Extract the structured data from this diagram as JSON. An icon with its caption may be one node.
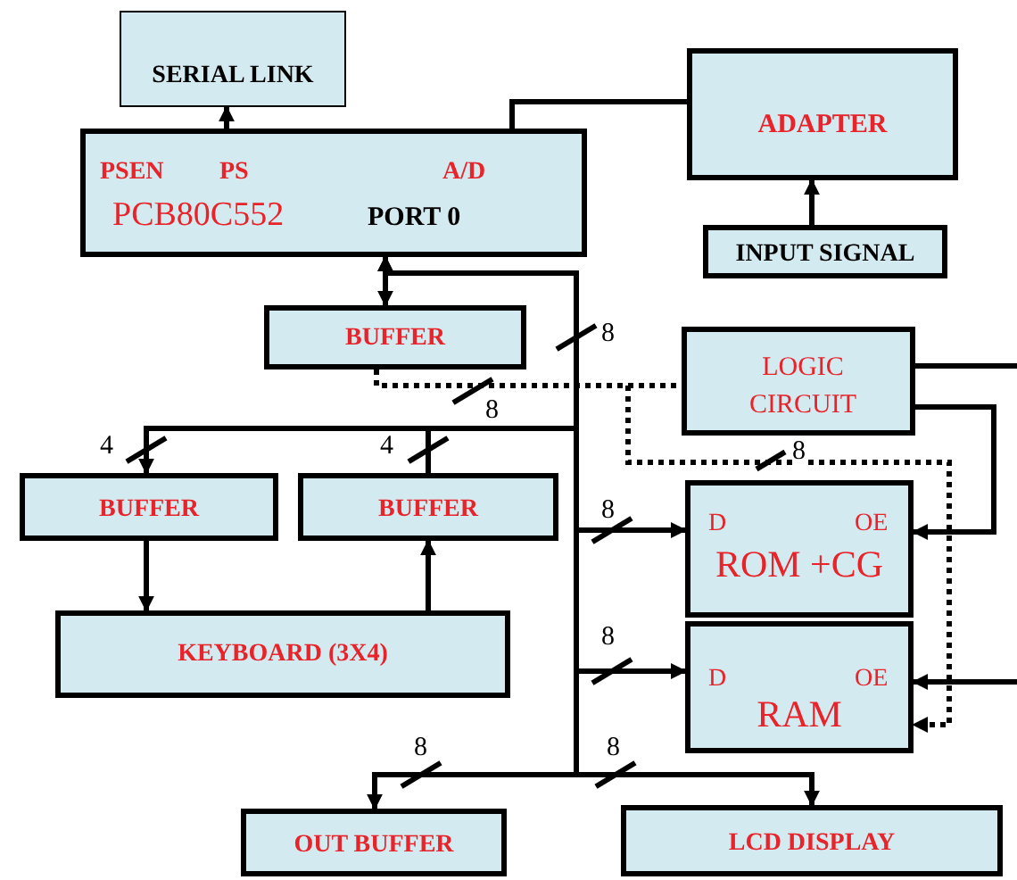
{
  "diagram": {
    "nodes": [
      {
        "text": [
          "SERIAL LINK"
        ]
      },
      {
        "text": [
          "PSEN",
          "PS",
          "A/D",
          "PCB80C552",
          "PORT 0"
        ]
      },
      {
        "text": [
          "ADAPTER"
        ]
      },
      {
        "text": [
          "INPUT SIGNAL"
        ]
      },
      {
        "text": [
          "BUFFER"
        ]
      },
      {
        "text": [
          "LOGIC CIRCUIT"
        ]
      },
      {
        "text": [
          "BUFFER"
        ]
      },
      {
        "text": [
          "BUFFER"
        ]
      },
      {
        "text": [
          "D",
          "OE",
          "ROM +CG"
        ]
      },
      {
        "text": [
          "D",
          "OE",
          "RAM"
        ]
      },
      {
        "text": [
          "KEYBOARD (3X4)"
        ]
      },
      {
        "text": [
          "OUT  BUFFER"
        ]
      },
      {
        "text": [
          "LCD DISPLAY"
        ]
      }
    ],
    "edges": [
      {
        "from": 1,
        "to": 0,
        "arrow": "to"
      },
      {
        "from": 1,
        "to": 2,
        "arrow": "none"
      },
      {
        "from": 3,
        "to": 2,
        "arrow": "to"
      },
      {
        "from": 1,
        "to": 4,
        "arrow": "both"
      },
      {
        "from": 1,
        "to": 8,
        "arrow": "to",
        "label": "8"
      },
      {
        "from": 1,
        "to": 9,
        "arrow": "to",
        "label": "8"
      },
      {
        "from": 1,
        "to": 11,
        "arrow": "to",
        "label": "8"
      },
      {
        "from": 1,
        "to": 12,
        "arrow": "to",
        "label": "8"
      },
      {
        "from": 1,
        "to": 6,
        "arrow": "to",
        "label": "4"
      },
      {
        "from": 7,
        "to": 1,
        "arrow": "to",
        "label": "4"
      },
      {
        "from": 6,
        "to": 10,
        "arrow": "to"
      },
      {
        "from": 10,
        "to": 7,
        "arrow": "to"
      },
      {
        "from": 4,
        "to": 5,
        "arrow": "none",
        "style": "dashed",
        "label": "8"
      },
      {
        "from": 4,
        "to": 9,
        "arrow": "to",
        "style": "dashed"
      },
      {
        "from": 5,
        "to": null,
        "arrow": "none"
      },
      {
        "from": 5,
        "to": 8,
        "arrow": "to"
      },
      {
        "from": null,
        "to": 9,
        "arrow": "to"
      }
    ],
    "labels": [
      "8",
      "8"
    ]
  }
}
